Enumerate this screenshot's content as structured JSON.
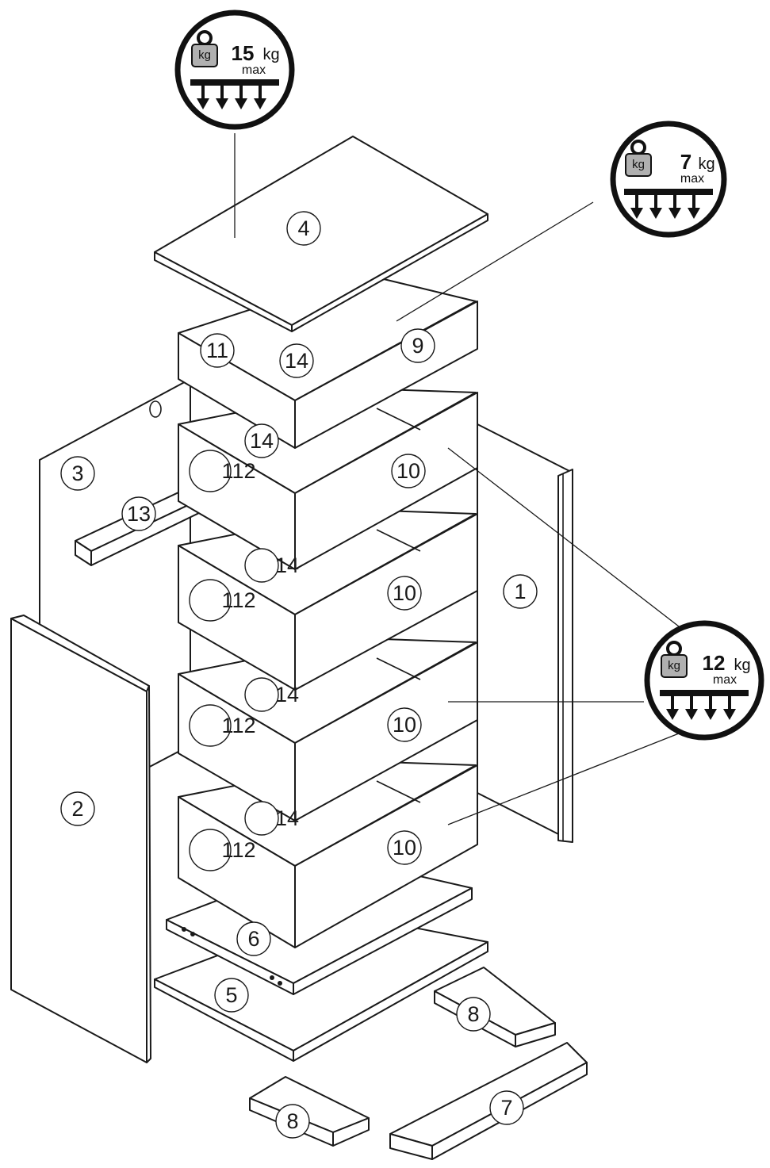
{
  "diagram": {
    "part_labels": [
      "1",
      "2",
      "3",
      "4",
      "5",
      "6",
      "7",
      "8",
      "8",
      "9",
      "10",
      "10",
      "10",
      "10",
      "11",
      "112",
      "112",
      "112",
      "112",
      "13",
      "14",
      "14",
      "14",
      "14",
      "14"
    ],
    "weight_badges": [
      {
        "value": "15",
        "unit": "kg",
        "sub": "max",
        "icon_label": "kg"
      },
      {
        "value": "7",
        "unit": "kg",
        "sub": "max",
        "icon_label": "kg"
      },
      {
        "value": "12",
        "unit": "kg",
        "sub": "max",
        "icon_label": "kg"
      }
    ],
    "colors": {
      "line": "#1a1a1a",
      "fill": "#ffffff",
      "weight_icon": "#b0b0b0"
    }
  }
}
